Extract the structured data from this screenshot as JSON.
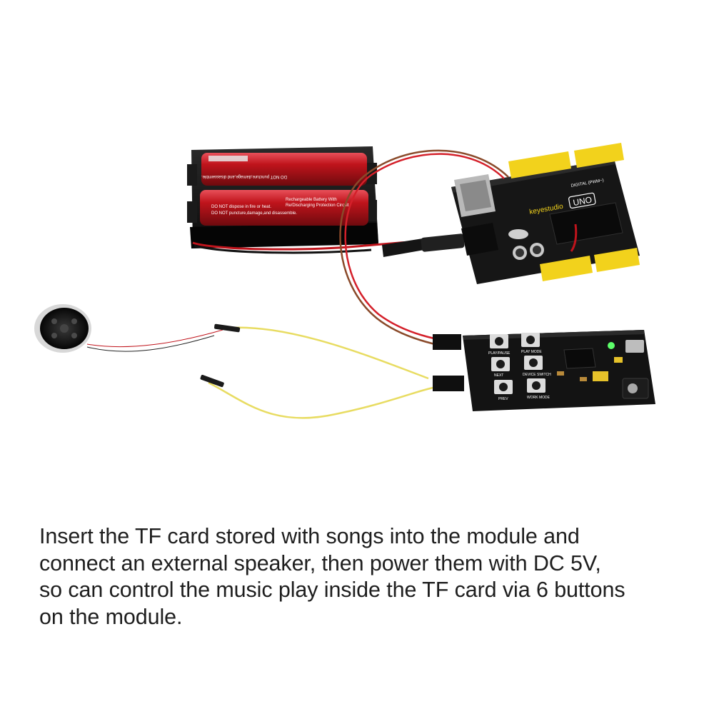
{
  "caption": {
    "lines": [
      "Insert the TF card stored with songs into the module and",
      "connect an external speaker, then power them with DC 5V,",
      "so can control the music play inside the TF card via 6 buttons",
      "on the module."
    ]
  },
  "photo": {
    "battery_labels": {
      "top_cell": "DO NOT puncture,damage,and disassemble.",
      "bottom_cell_1": "DO NOT dispose in fire or heat.",
      "bottom_cell_2": "DO NOT puncture,damage,and disassemble.",
      "bottom_cell_3": "Rechargeable Battery With",
      "bottom_cell_4": "Re/Discharging Protection Circuit"
    },
    "board_labels": {
      "brand": "keyestudio",
      "model": "UNO",
      "digital": "DIGITAL (PWM~)"
    },
    "module_labels": {
      "play_pause": "PLAY/PAUSE",
      "play_mode": "PLAY MODE",
      "next": "NEXT",
      "prev": "PREV",
      "work_mode": "WORK MODE",
      "device_switch": "DEVICE SWITCH"
    },
    "colors": {
      "battery_red": "#c0141c",
      "board_black": "#141414",
      "header_yellow": "#f2d21c",
      "wire_red": "#d4202a",
      "wire_brown": "#8a4a2a",
      "wire_yellow": "#e8dc62"
    }
  }
}
